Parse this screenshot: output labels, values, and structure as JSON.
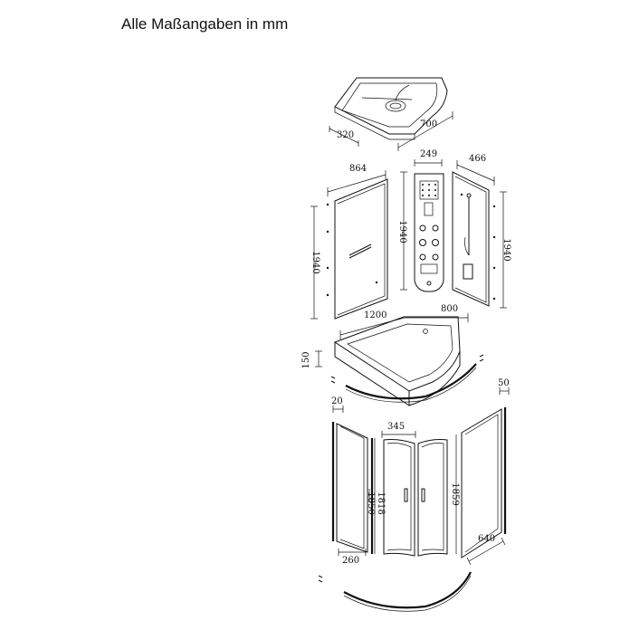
{
  "header": {
    "title": "Alle Maßangaben in mm"
  },
  "dimensions": {
    "roof_depth": "320",
    "roof_width": "700",
    "back_panel_width": "864",
    "column_width": "249",
    "side_panel_width": "466",
    "back_panel_height": "1940",
    "column_height": "1940",
    "side_panel_height": "1940",
    "tray_length": "1200",
    "tray_width": "800",
    "tray_height": "150",
    "glass_left_offset": "20",
    "door_width": "345",
    "glass_right_offset": "50",
    "fixed_panel_height": "1850",
    "door_height": "1818",
    "right_panel_height": "1859",
    "fixed_panel_width": "260",
    "right_panel_width": "640"
  }
}
